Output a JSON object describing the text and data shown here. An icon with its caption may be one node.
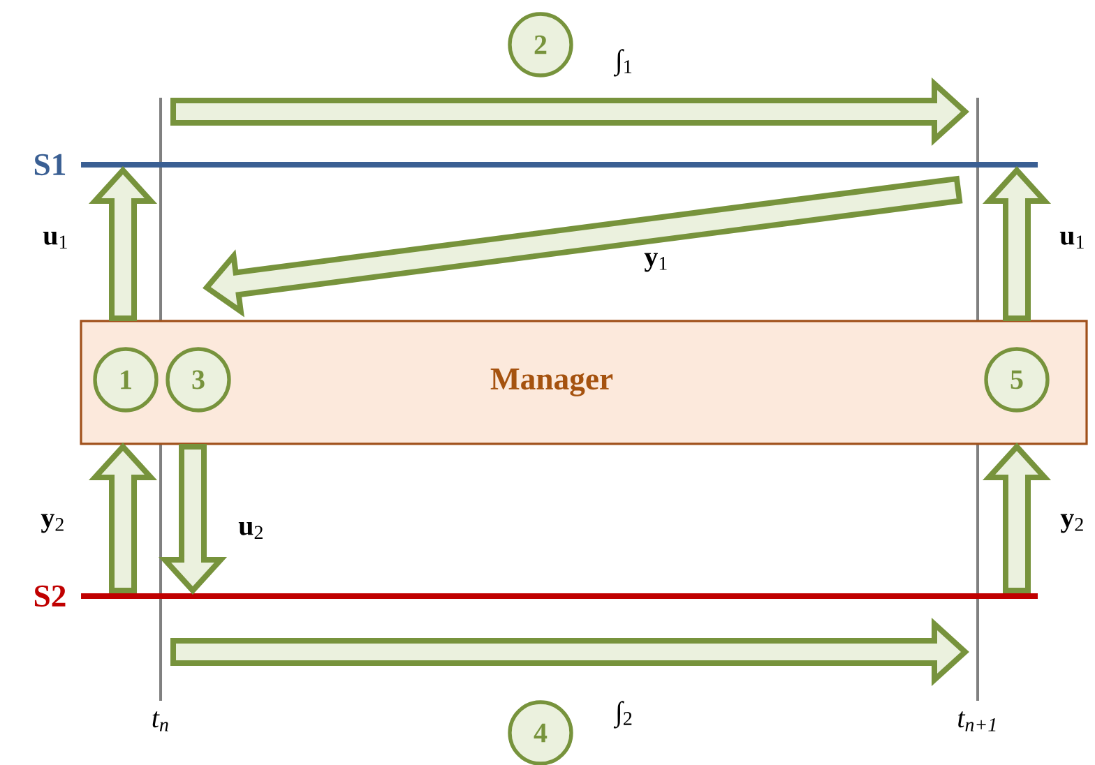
{
  "diagram": {
    "nodes": [
      {
        "text": [
          "S1"
        ]
      },
      {
        "text": [
          "S2"
        ]
      },
      {
        "text": [
          "Manager"
        ]
      },
      {
        "text": [
          "1"
        ],
        "in": 2
      },
      {
        "text": [
          "3"
        ],
        "in": 2
      },
      {
        "text": [
          "5"
        ],
        "in": 2
      },
      {
        "text": [
          "2"
        ]
      },
      {
        "text": [
          "4"
        ]
      },
      {
        "text": [
          "t$_{n}$"
        ]
      },
      {
        "text": [
          "t$_{n+1}$"
        ]
      }
    ],
    "edges": [
      {
        "from": 8,
        "to": 9,
        "arrow": "to",
        "label": "∫$_{1}$"
      },
      {
        "from": 8,
        "to": 9,
        "arrow": "to",
        "label": "∫$_{2}$"
      },
      {
        "from": 2,
        "to": 0,
        "arrow": "to",
        "label": "**u**$_{1}$"
      },
      {
        "from": 0,
        "to": 2,
        "arrow": "to",
        "label": "**y**$_{1}$"
      },
      {
        "from": 2,
        "to": 0,
        "arrow": "to",
        "label": "**u**$_{1}$"
      },
      {
        "from": 1,
        "to": 2,
        "arrow": "to",
        "label": "**y**$_{2}$"
      },
      {
        "from": 2,
        "to": 1,
        "arrow": "to",
        "label": "**u**$_{2}$"
      },
      {
        "from": 1,
        "to": 2,
        "arrow": "to",
        "label": "**y**$_{2}$"
      }
    ]
  }
}
